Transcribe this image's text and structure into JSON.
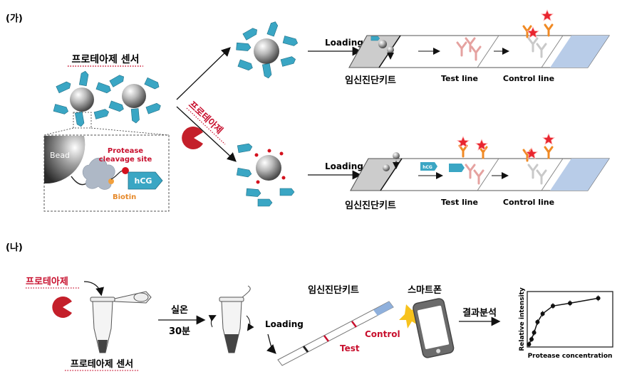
{
  "panel_a": {
    "label": "(가)",
    "sensor_title": "프로테아제 센서",
    "inset": {
      "bead": "Bead",
      "cleavage": [
        "Protease",
        "cleavage site"
      ],
      "biotin": "Biotin",
      "hcg": "hCG"
    },
    "diagonal_label": "프로테아제",
    "top": {
      "loading": "Loading",
      "kit": "임신진단키트",
      "test_line": "Test line",
      "control_line": "Control line"
    },
    "bottom": {
      "loading": "Loading",
      "kit": "임신진단키트",
      "test_line": "Test line",
      "control_line": "Control line"
    },
    "hcg_chip": "hCG"
  },
  "panel_b": {
    "label": "(나)",
    "protease": "프로테아제",
    "sensor": "프로테아제 센서",
    "condition": [
      "실온",
      "30분"
    ],
    "loading": "Loading",
    "kit": "임신진단키트",
    "test": "Test",
    "control": "Control",
    "phone": "스마트폰",
    "analysis": "결과분석"
  },
  "chart_data": {
    "type": "scatter",
    "xlabel": "Protease concentration",
    "ylabel": "Relative intensity",
    "points": [
      [
        0.02,
        0.05
      ],
      [
        0.05,
        0.14
      ],
      [
        0.08,
        0.26
      ],
      [
        0.12,
        0.45
      ],
      [
        0.18,
        0.6
      ],
      [
        0.3,
        0.74
      ],
      [
        0.5,
        0.79
      ],
      [
        0.83,
        0.88
      ]
    ]
  },
  "colors": {
    "hcg_teal": "#3aa6c4",
    "red_accent": "#c8102e",
    "pacman": "#c41f2a",
    "orange": "#f08a24",
    "pad_blue": "#b8cce8",
    "pad_gray": "#cccccc"
  }
}
